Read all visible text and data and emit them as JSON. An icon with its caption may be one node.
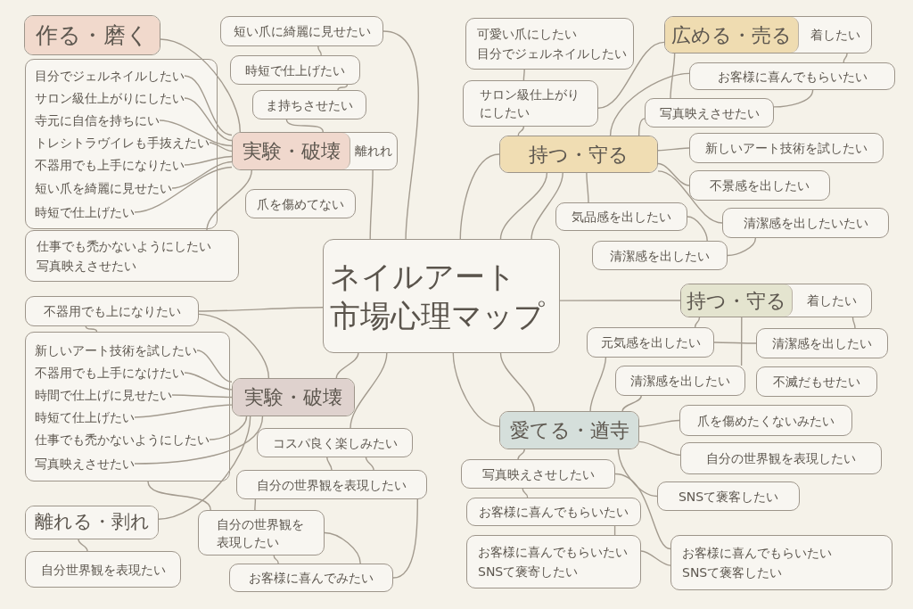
{
  "diagram": {
    "nodes": [
      {
        "text": [
          "ネイルアート市場心理マップ"
        ]
      },
      {
        "text": [
          "作る・磨く"
        ]
      },
      {
        "text": [],
        "shape": "box"
      },
      {
        "text": [
          "目分でジェルネイルしたい"
        ],
        "in": 2
      },
      {
        "text": [
          "サロン級仕上がりにしたい"
        ],
        "in": 2
      },
      {
        "text": [
          "寺元に自信を持ちにい"
        ],
        "in": 2
      },
      {
        "text": [
          "トレシトラヴイレも手抜えたい"
        ],
        "in": 2
      },
      {
        "text": [
          "不器用でも上手になりたい"
        ],
        "in": 2
      },
      {
        "text": [
          "短い爪を綺麗に見せたい"
        ],
        "in": 2
      },
      {
        "text": [
          "時短で仕上げたい"
        ],
        "in": 2
      },
      {
        "text": [
          "仕事でも禿かないようにしたい",
          "写真映えさせたい"
        ]
      },
      {
        "text": [
          "短い爪に綺麗に見せたい"
        ]
      },
      {
        "text": [
          "時短で仕上げたい"
        ]
      },
      {
        "text": [
          "ま持ちさせたい"
        ]
      },
      {
        "text": [
          "実験・破壊",
          "離れれ"
        ]
      },
      {
        "text": [
          "爪を傷めてない"
        ]
      },
      {
        "text": [
          "可愛い爪にしたい",
          "目分でジェルネイルしたい"
        ]
      },
      {
        "text": [
          "サロン級仕上がりにしたい"
        ]
      },
      {
        "text": [
          "広める・売る",
          "着したい"
        ]
      },
      {
        "text": [
          "お客様に喜んでもらいたい"
        ]
      },
      {
        "text": [
          "写真映えさせたい"
        ]
      },
      {
        "text": [
          "持つ・守る"
        ]
      },
      {
        "text": [
          "新しいアート技術を試したい"
        ]
      },
      {
        "text": [
          "不景感を出したい"
        ]
      },
      {
        "text": [
          "気品感を出したい"
        ]
      },
      {
        "text": [
          "清潔感を出したいたい"
        ]
      },
      {
        "text": [
          "清潔感を出したい"
        ]
      },
      {
        "text": [
          "持つ・守る",
          "着したい"
        ]
      },
      {
        "text": [
          "元気感を出したい"
        ]
      },
      {
        "text": [
          "清潔感を出したい"
        ]
      },
      {
        "text": [
          "清潔感を出したい"
        ]
      },
      {
        "text": [
          "不滅だもせたい"
        ]
      },
      {
        "text": [
          "愛てる・遒寺"
        ]
      },
      {
        "text": [
          "爪を傷めたくないみたい"
        ]
      },
      {
        "text": [
          "自分の世界観を表現したい"
        ]
      },
      {
        "text": [
          "SNSて褒客したい"
        ]
      },
      {
        "text": [
          "写真映えさせしたい"
        ]
      },
      {
        "text": [
          "お客様に喜んでもらいたい"
        ]
      },
      {
        "text": [
          "お客様に喜んでもらいたい",
          "SNSて褒寄したい"
        ]
      },
      {
        "text": [
          "お客様に喜んでもらいたい",
          "SNSて褒客したい"
        ]
      },
      {
        "text": [
          "不器用でも上になりたい"
        ]
      },
      {
        "text": [],
        "shape": "box"
      },
      {
        "text": [
          "新しいアート技術を試したい"
        ],
        "in": 41
      },
      {
        "text": [
          "不器用でも上手になけたい"
        ],
        "in": 41
      },
      {
        "text": [
          "時間で仕上げに見せたい"
        ],
        "in": 41
      },
      {
        "text": [
          "時短て仕上げたい"
        ],
        "in": 41
      },
      {
        "text": [
          "仕事でも禿かないようにしたい"
        ],
        "in": 41
      },
      {
        "text": [
          "写真映えさせたい"
        ],
        "in": 41
      },
      {
        "text": [
          "実験・破壊"
        ]
      },
      {
        "text": [
          "離れる・剥れ"
        ]
      },
      {
        "text": [
          "自分世界観を表現たい"
        ]
      },
      {
        "text": [
          "コスパ良く楽しみたい"
        ]
      },
      {
        "text": [
          "自分の世界観を表現したい"
        ]
      },
      {
        "text": [
          "自分の世界観を表現したい"
        ]
      },
      {
        "text": [
          "お客様に喜んでみたい"
        ]
      }
    ],
    "edges": [
      {
        "from": 1,
        "to": 14,
        "arrow": "none"
      },
      {
        "from": 3,
        "to": 14,
        "arrow": "none"
      },
      {
        "from": 4,
        "to": 14,
        "arrow": "none"
      },
      {
        "from": 5,
        "to": 14,
        "arrow": "none"
      },
      {
        "from": 6,
        "to": 14,
        "arrow": "none"
      },
      {
        "from": 7,
        "to": 14,
        "arrow": "none"
      },
      {
        "from": 8,
        "to": 14,
        "arrow": "none"
      },
      {
        "from": 9,
        "to": 14,
        "arrow": "none"
      },
      {
        "from": 10,
        "to": 14,
        "arrow": "none"
      },
      {
        "from": 11,
        "to": 12,
        "arrow": "none"
      },
      {
        "from": 12,
        "to": 13,
        "arrow": "none"
      },
      {
        "from": 13,
        "to": 14,
        "arrow": "none"
      },
      {
        "from": 11,
        "to": 0,
        "arrow": "none"
      },
      {
        "from": 14,
        "to": 0,
        "arrow": "none"
      },
      {
        "from": 16,
        "to": 17,
        "arrow": "none"
      },
      {
        "from": 17,
        "to": 21,
        "arrow": "none"
      },
      {
        "from": 17,
        "to": 18,
        "arrow": "none"
      },
      {
        "from": 18,
        "to": 20,
        "arrow": "none"
      },
      {
        "from": 18,
        "to": 19,
        "arrow": "none"
      },
      {
        "from": 19,
        "to": 21,
        "arrow": "none"
      },
      {
        "from": 20,
        "to": 21,
        "arrow": "none"
      },
      {
        "from": 19,
        "to": 20,
        "arrow": "none"
      },
      {
        "from": 21,
        "to": 22,
        "arrow": "none"
      },
      {
        "from": 21,
        "to": 23,
        "arrow": "none"
      },
      {
        "from": 21,
        "to": 25,
        "arrow": "none"
      },
      {
        "from": 21,
        "to": 24,
        "arrow": "none"
      },
      {
        "from": 24,
        "to": 26,
        "arrow": "none"
      },
      {
        "from": 25,
        "to": 26,
        "arrow": "none"
      },
      {
        "from": 0,
        "to": 21,
        "arrow": "none"
      },
      {
        "from": 0,
        "to": 21,
        "arrow": "none"
      },
      {
        "from": 0,
        "to": 21,
        "arrow": "none"
      },
      {
        "from": 0,
        "to": 27,
        "arrow": "none"
      },
      {
        "from": 27,
        "to": 28,
        "arrow": "none"
      },
      {
        "from": 27,
        "to": 30,
        "arrow": "none"
      },
      {
        "from": 28,
        "to": 29,
        "arrow": "none"
      },
      {
        "from": 27,
        "to": 29,
        "arrow": "none"
      },
      {
        "from": 28,
        "to": 32,
        "arrow": "none"
      },
      {
        "from": 30,
        "to": 32,
        "arrow": "none"
      },
      {
        "from": 0,
        "to": 32,
        "arrow": "none"
      },
      {
        "from": 0,
        "to": 32,
        "arrow": "none"
      },
      {
        "from": 32,
        "to": 33,
        "arrow": "none"
      },
      {
        "from": 32,
        "to": 34,
        "arrow": "none"
      },
      {
        "from": 32,
        "to": 35,
        "arrow": "none"
      },
      {
        "from": 32,
        "to": 36,
        "arrow": "none"
      },
      {
        "from": 36,
        "to": 37,
        "arrow": "none"
      },
      {
        "from": 36,
        "to": 39,
        "arrow": "none"
      },
      {
        "from": 37,
        "to": 38,
        "arrow": "none"
      },
      {
        "from": 38,
        "to": 39,
        "arrow": "none"
      },
      {
        "from": 0,
        "to": 40,
        "arrow": "none"
      },
      {
        "from": 40,
        "to": 41,
        "arrow": "none"
      },
      {
        "from": 40,
        "to": 48,
        "arrow": "none"
      },
      {
        "from": 42,
        "to": 48,
        "arrow": "none"
      },
      {
        "from": 43,
        "to": 48,
        "arrow": "none"
      },
      {
        "from": 44,
        "to": 48,
        "arrow": "none"
      },
      {
        "from": 45,
        "to": 48,
        "arrow": "none"
      },
      {
        "from": 46,
        "to": 48,
        "arrow": "none"
      },
      {
        "from": 47,
        "to": 48,
        "arrow": "none"
      },
      {
        "from": 0,
        "to": 48,
        "arrow": "none"
      },
      {
        "from": 48,
        "to": 49,
        "arrow": "none"
      },
      {
        "from": 41,
        "to": 53,
        "arrow": "none"
      },
      {
        "from": 49,
        "to": 50,
        "arrow": "none"
      },
      {
        "from": 0,
        "to": 51,
        "arrow": "none"
      },
      {
        "from": 51,
        "to": 52,
        "arrow": "none"
      },
      {
        "from": 51,
        "to": 52,
        "arrow": "none"
      },
      {
        "from": 52,
        "to": 53,
        "arrow": "none"
      },
      {
        "from": 53,
        "to": 54,
        "arrow": "none"
      },
      {
        "from": 53,
        "to": 54,
        "arrow": "none"
      },
      {
        "from": 52,
        "to": 54,
        "arrow": "none"
      }
    ]
  }
}
